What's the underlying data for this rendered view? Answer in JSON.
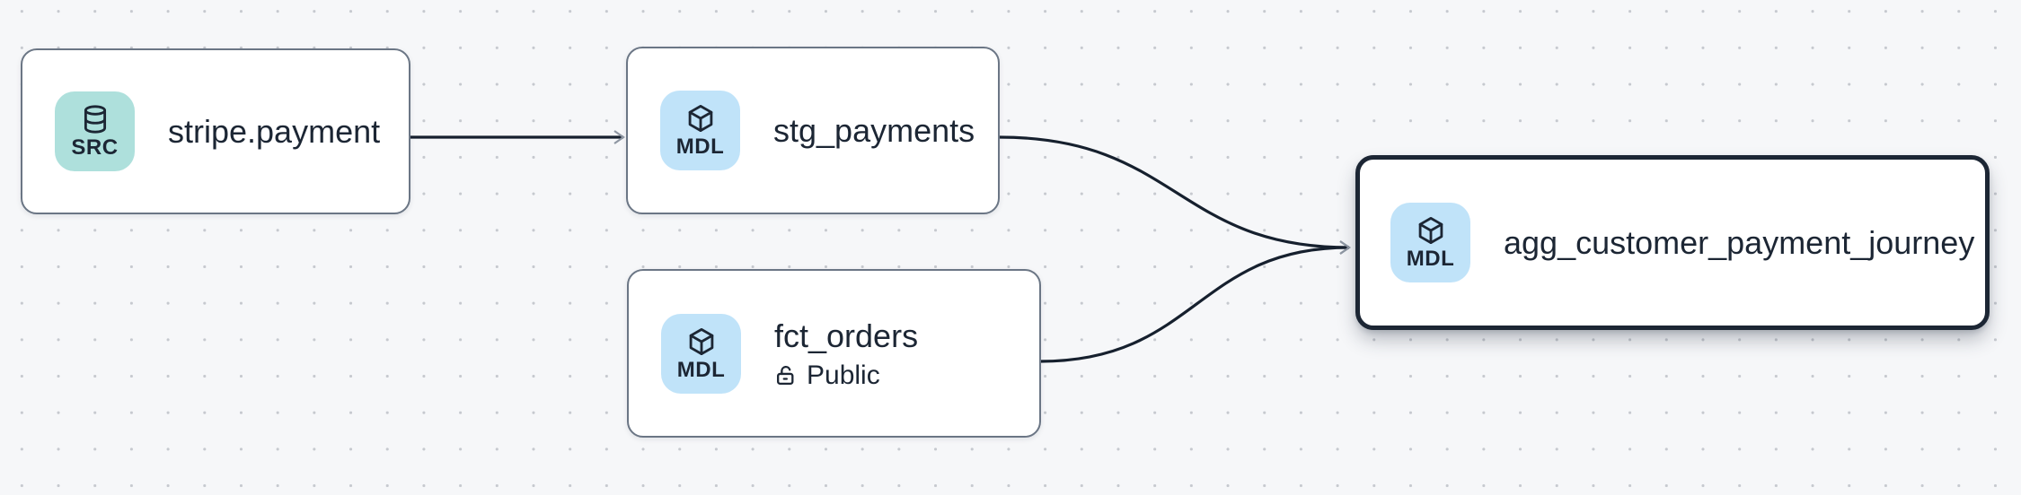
{
  "colors": {
    "canvas_bg": "#f6f7f9",
    "dot": "#c6c9cf",
    "node_fill": "#ffffff",
    "node_border": "#6b7685",
    "ink": "#1c2634",
    "edge": "#16202e",
    "arrowhead": "#8f97a3",
    "badge_src_bg": "#aee0dc",
    "badge_mdl_bg": "#c0e3f9",
    "selected_border": "#1c2634"
  },
  "nodes": [
    {
      "id": "stripe.payment",
      "label": "stripe.payment",
      "badge": "SRC",
      "icon": "database-icon",
      "kind": "source",
      "selected": false
    },
    {
      "id": "stg_payments",
      "label": "stg_payments",
      "badge": "MDL",
      "icon": "cube-icon",
      "kind": "model",
      "selected": false
    },
    {
      "id": "fct_orders",
      "label": "fct_orders",
      "badge": "MDL",
      "icon": "cube-icon",
      "kind": "model",
      "access": "Public",
      "selected": false
    },
    {
      "id": "agg_customer_payment_journey",
      "label": "agg_customer_payment_journey",
      "badge": "MDL",
      "icon": "cube-icon",
      "kind": "model",
      "selected": true
    }
  ],
  "edges": [
    {
      "from": "stripe.payment",
      "to": "stg_payments"
    },
    {
      "from": "stg_payments",
      "to": "agg_customer_payment_journey"
    },
    {
      "from": "fct_orders",
      "to": "agg_customer_payment_journey"
    }
  ]
}
